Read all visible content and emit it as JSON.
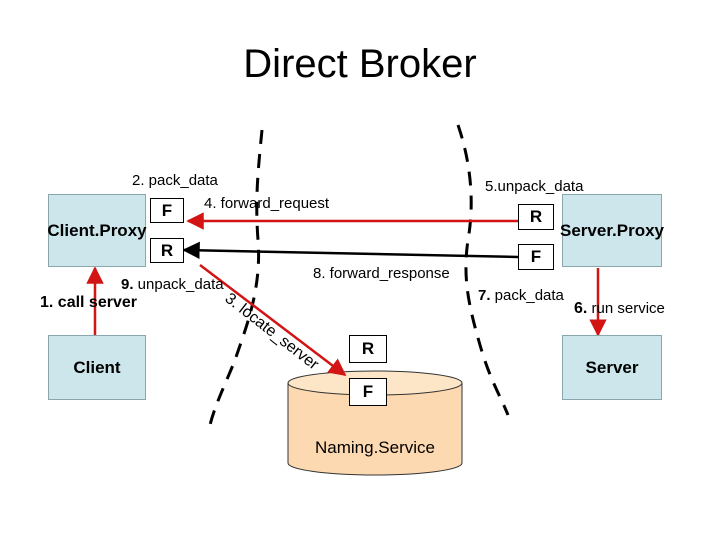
{
  "title": "Direct Broker",
  "boxes": {
    "client_proxy": "Client.Proxy",
    "client": "Client",
    "server_proxy": "Server.Proxy",
    "server": "Server",
    "naming_service": "Naming.Service"
  },
  "markers": {
    "f": "F",
    "r": "R"
  },
  "steps": {
    "s1_num": "1.",
    "s1_text": " call server",
    "s2": "2. pack_data",
    "s3": "3. locate_server",
    "s4": "4. forward_request",
    "s5": "5.unpack_data",
    "s6_num": "6.",
    "s6_text": " run service",
    "s7_num": "7.",
    "s7_text": " pack_data",
    "s8": "8. forward_response",
    "s9_num": "9.",
    "s9_text": " unpack_data"
  },
  "colors": {
    "box_fill": "#cce6ec",
    "arrow_red": "#d21414",
    "cylinder": "#fcd9b0"
  }
}
